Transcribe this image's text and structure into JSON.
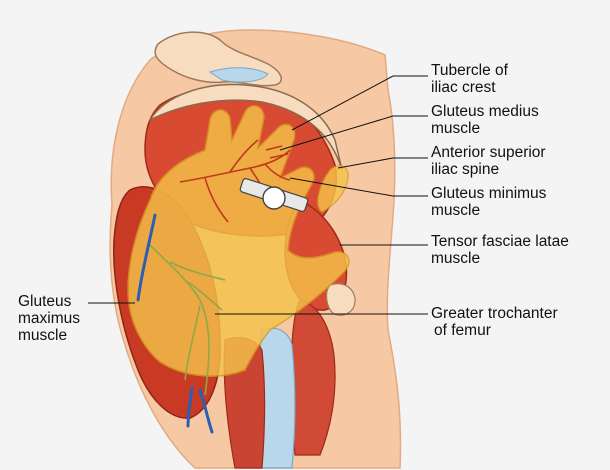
{
  "labels": {
    "tubercle": {
      "line1": "Tubercle of",
      "line2": "iliac crest"
    },
    "gluteus_medius": {
      "line1": "Gluteus medius",
      "line2": "muscle"
    },
    "asis": {
      "line1": "Anterior superior",
      "line2": "iliac spine"
    },
    "gluteus_minimus": {
      "line1": "Gluteus minimus",
      "line2": "muscle"
    },
    "tfl": {
      "line1": "Tensor fasciae latae",
      "line2": "muscle"
    },
    "gluteus_maximus": {
      "line1": "Gluteus",
      "line2": "maximus",
      "line3": "muscle"
    },
    "greater_trochanter": {
      "line1": "Greater trochanter",
      "line2": "of femur"
    }
  },
  "colors": {
    "background": "#f4f4f4",
    "skin": "#f6c9a4",
    "muscle": "#d94a32",
    "muscle_dark": "#b8321f",
    "hand": "#f4c24a",
    "bone": "#f7dcc0",
    "fascia": "#b9d7ea",
    "nerve": "#2b5fb3",
    "vessel": "#8fa74a"
  }
}
